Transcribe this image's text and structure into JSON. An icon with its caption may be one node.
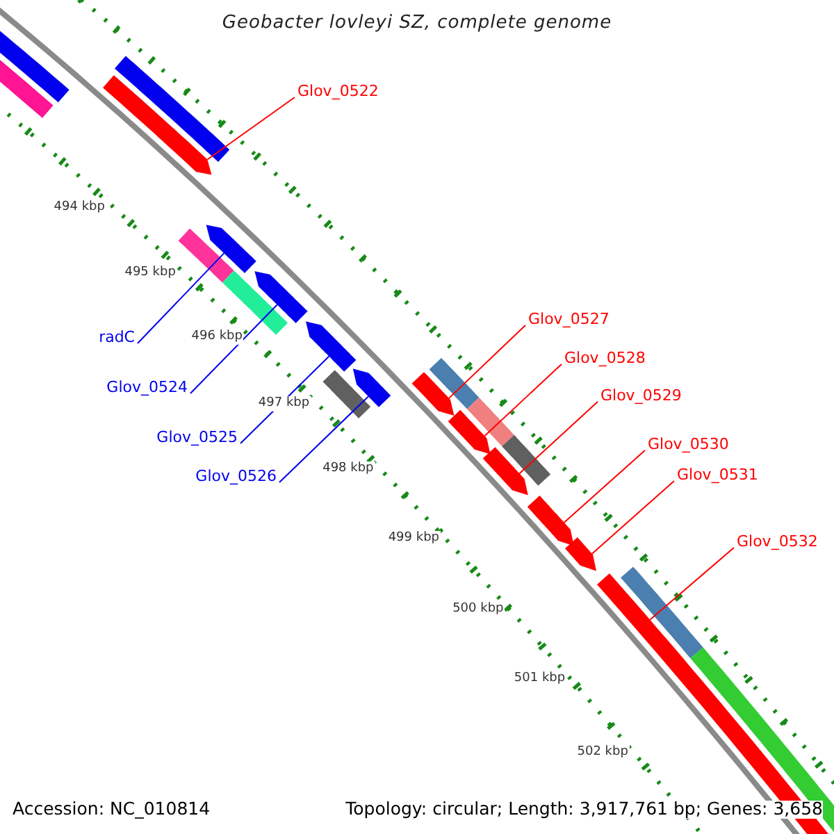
{
  "diagram": {
    "title": "Geobacter lovleyi SZ, complete genome",
    "nodes": [
      {
        "text": [
          "Glov_0522"
        ]
      },
      {
        "text": [
          "Glov_0527"
        ]
      },
      {
        "text": [
          "Glov_0528"
        ]
      },
      {
        "text": [
          "Glov_0529"
        ]
      },
      {
        "text": [
          "Glov_0530"
        ]
      },
      {
        "text": [
          "Glov_0531"
        ]
      },
      {
        "text": [
          "Glov_0532"
        ]
      },
      {
        "text": [
          "radC"
        ]
      },
      {
        "text": [
          "Glov_0524"
        ]
      },
      {
        "text": [
          "Glov_0525"
        ]
      },
      {
        "text": [
          "Glov_0526"
        ]
      },
      {
        "text": [],
        "shape": "bar"
      },
      {
        "text": [],
        "shape": "bar"
      },
      {
        "text": [],
        "shape": "bar"
      },
      {
        "text": [],
        "shape": "bar"
      },
      {
        "text": [],
        "shape": "bar"
      },
      {
        "text": [],
        "shape": "bar"
      },
      {
        "text": [],
        "shape": "bar"
      },
      {
        "text": [],
        "shape": "bar"
      },
      {
        "text": [],
        "shape": "bar"
      },
      {
        "text": [],
        "shape": "bar"
      },
      {
        "text": [],
        "shape": "bar"
      },
      {
        "text": [],
        "shape": "bar"
      },
      {
        "text": [],
        "shape": "bar"
      },
      {
        "text": [],
        "shape": "bar"
      },
      {
        "text": [],
        "shape": "bar"
      },
      {
        "text": [],
        "shape": "bar"
      },
      {
        "text": [],
        "shape": "bar"
      },
      {
        "text": [],
        "shape": "bar"
      },
      {
        "text": [],
        "shape": "bar"
      },
      {
        "text": [],
        "shape": "bar"
      },
      {
        "text": [],
        "shape": "bar"
      },
      {
        "text": [],
        "shape": "bar"
      }
    ],
    "edges": [
      {
        "from": 0,
        "to": 11,
        "arrow": "none"
      },
      {
        "from": 1,
        "to": 12,
        "arrow": "none"
      },
      {
        "from": 2,
        "to": 13,
        "arrow": "none"
      },
      {
        "from": 3,
        "to": 14,
        "arrow": "none"
      },
      {
        "from": 4,
        "to": 15,
        "arrow": "none"
      },
      {
        "from": 5,
        "to": 16,
        "arrow": "none"
      },
      {
        "from": 6,
        "to": 17,
        "arrow": "none"
      },
      {
        "from": 7,
        "to": 18,
        "arrow": "none",
        "color": "#0000ee"
      },
      {
        "from": 8,
        "to": 19,
        "arrow": "none",
        "color": "#0000ee"
      },
      {
        "from": 9,
        "to": 20,
        "arrow": "none",
        "color": "#0000ee"
      },
      {
        "from": 10,
        "to": 21,
        "arrow": "none",
        "color": "#0000ee"
      }
    ],
    "labels": [
      "494 kbp",
      "495 kbp",
      "496 kbp",
      "497 kbp",
      "498 kbp",
      "499 kbp",
      "500 kbp",
      "501 kbp",
      "502 kbp",
      "Accession: NC_010814",
      "Topology: circular; Length: 3,917,761 bp; Genes: 3,658"
    ]
  }
}
